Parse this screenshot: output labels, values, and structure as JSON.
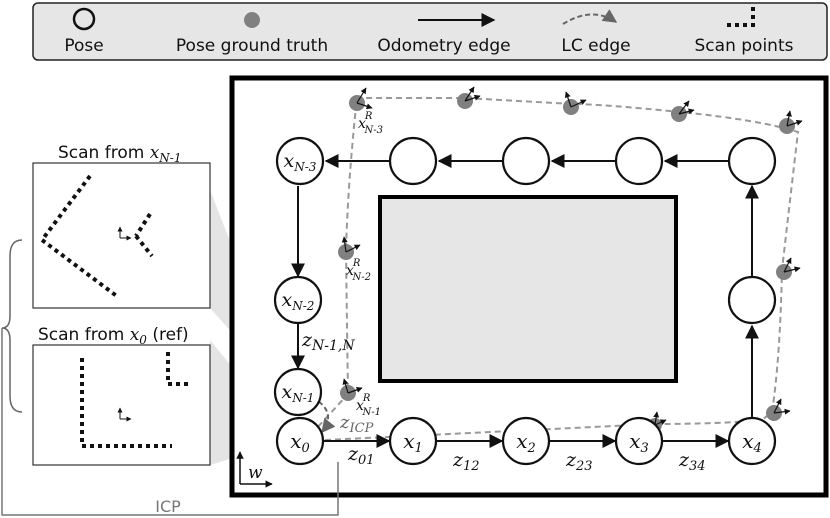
{
  "legend": {
    "pose": "Pose",
    "pose_ground_truth": "Pose ground truth",
    "odometry_edge": "Odometry edge",
    "lc_edge": "LC edge",
    "scan_points": "Scan points"
  },
  "scans": {
    "top_prefix": "Scan from ",
    "top_var": "x",
    "top_sub": "N-1",
    "bottom_prefix": "Scan from ",
    "bottom_var": "x",
    "bottom_sub": "0",
    "bottom_suffix": " (ref)",
    "icp_caption": "ICP"
  },
  "poses": [
    {
      "var": "x",
      "sub": "0"
    },
    {
      "var": "x",
      "sub": "1"
    },
    {
      "var": "x",
      "sub": "2"
    },
    {
      "var": "x",
      "sub": "3"
    },
    {
      "var": "x",
      "sub": "4"
    },
    {
      "var": "x",
      "sub": "N-1"
    },
    {
      "var": "x",
      "sub": "N-2"
    },
    {
      "var": "x",
      "sub": "N-3"
    }
  ],
  "edges": [
    {
      "var": "z",
      "sub": "01"
    },
    {
      "var": "z",
      "sub": "12"
    },
    {
      "var": "z",
      "sub": "23"
    },
    {
      "var": "z",
      "sub": "34"
    },
    {
      "var": "z",
      "sub": "N-1,N"
    },
    {
      "var": "z",
      "sub": "ICP"
    }
  ],
  "ground_truth_labels": [
    {
      "var": "x",
      "sup": "R",
      "sub": "N-3"
    },
    {
      "var": "x",
      "sup": "R",
      "sub": "N-2"
    },
    {
      "var": "x",
      "sup": "R",
      "sub": "N-1"
    }
  ],
  "world_frame": "w",
  "colors": {
    "ground_truth": "#808080",
    "lc_edge": "#666666",
    "obstacle": "#e6e6e6",
    "legend_bg": "#e6e6e6"
  }
}
